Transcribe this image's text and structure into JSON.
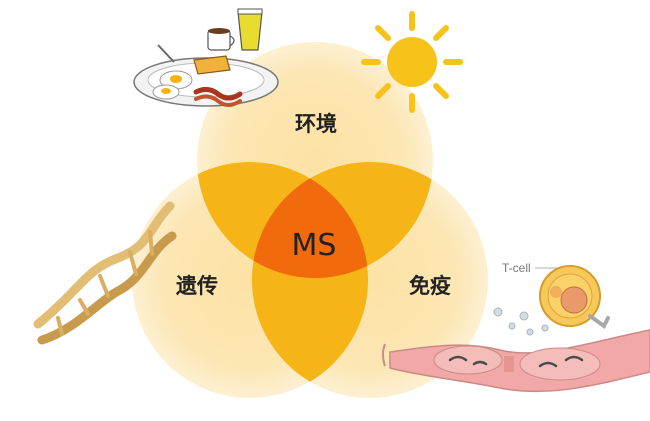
{
  "diagram": {
    "center_label": "MS",
    "circles": [
      {
        "label": "环境"
      },
      {
        "label": "遗传"
      },
      {
        "label": "免疫"
      }
    ],
    "annotations": {
      "tcell_label": "T-cell"
    }
  },
  "colors": {
    "circle_light": "#FCE6B0",
    "overlap_mid": "#F6B416",
    "center": "#F16A0C",
    "sun": "#F7C21A",
    "dna": "#E2BE74",
    "nerve": "#F2A8A6",
    "cell": "#F7C95A"
  },
  "icons": [
    "breakfast-plate-icon",
    "sun-icon",
    "dna-helix-icon",
    "t-cell-icon",
    "nerve-fiber-icon"
  ]
}
